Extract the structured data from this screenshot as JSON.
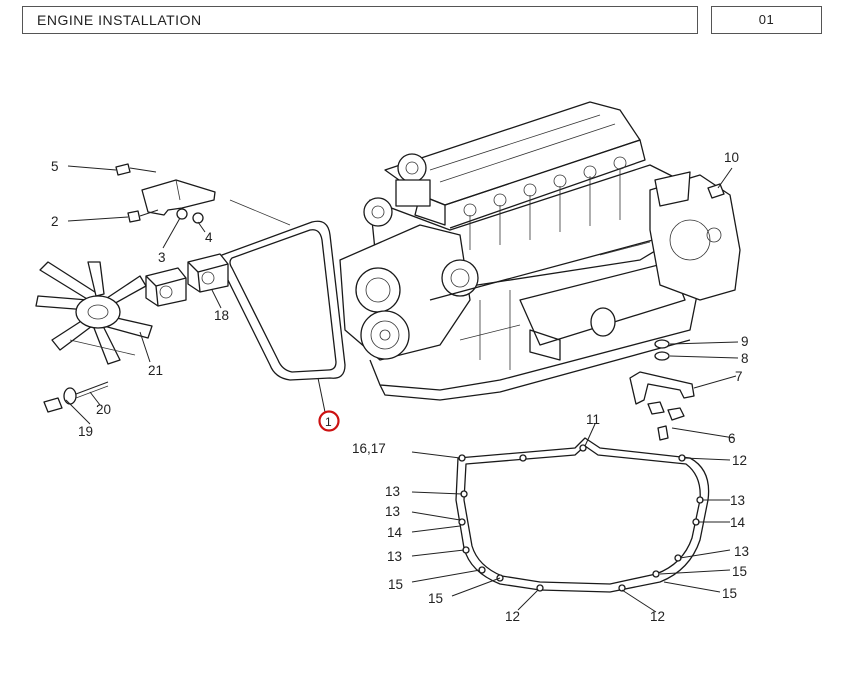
{
  "header": {
    "title": "ENGINE INSTALLATION",
    "page": "01"
  },
  "callouts": {
    "c1": "1",
    "c2": "2",
    "c3": "3",
    "c4": "4",
    "c5": "5",
    "c6": "6",
    "c7": "7",
    "c8": "8",
    "c9": "9",
    "c10": "10",
    "c11": "11",
    "c12a": "12",
    "c12b": "12",
    "c12c": "12",
    "c13a": "13",
    "c13b": "13",
    "c13c": "13",
    "c13d": "13",
    "c13e": "13",
    "c14a": "14",
    "c14b": "14",
    "c15a": "15",
    "c15b": "15",
    "c15c": "15",
    "c15d": "15",
    "c1617": "16,17",
    "c18": "18",
    "c19": "19",
    "c20": "20",
    "c21": "21"
  },
  "colors": {
    "highlight_circle": "#cc1111",
    "line": "#1a1a1a",
    "header_border": "#555555"
  }
}
